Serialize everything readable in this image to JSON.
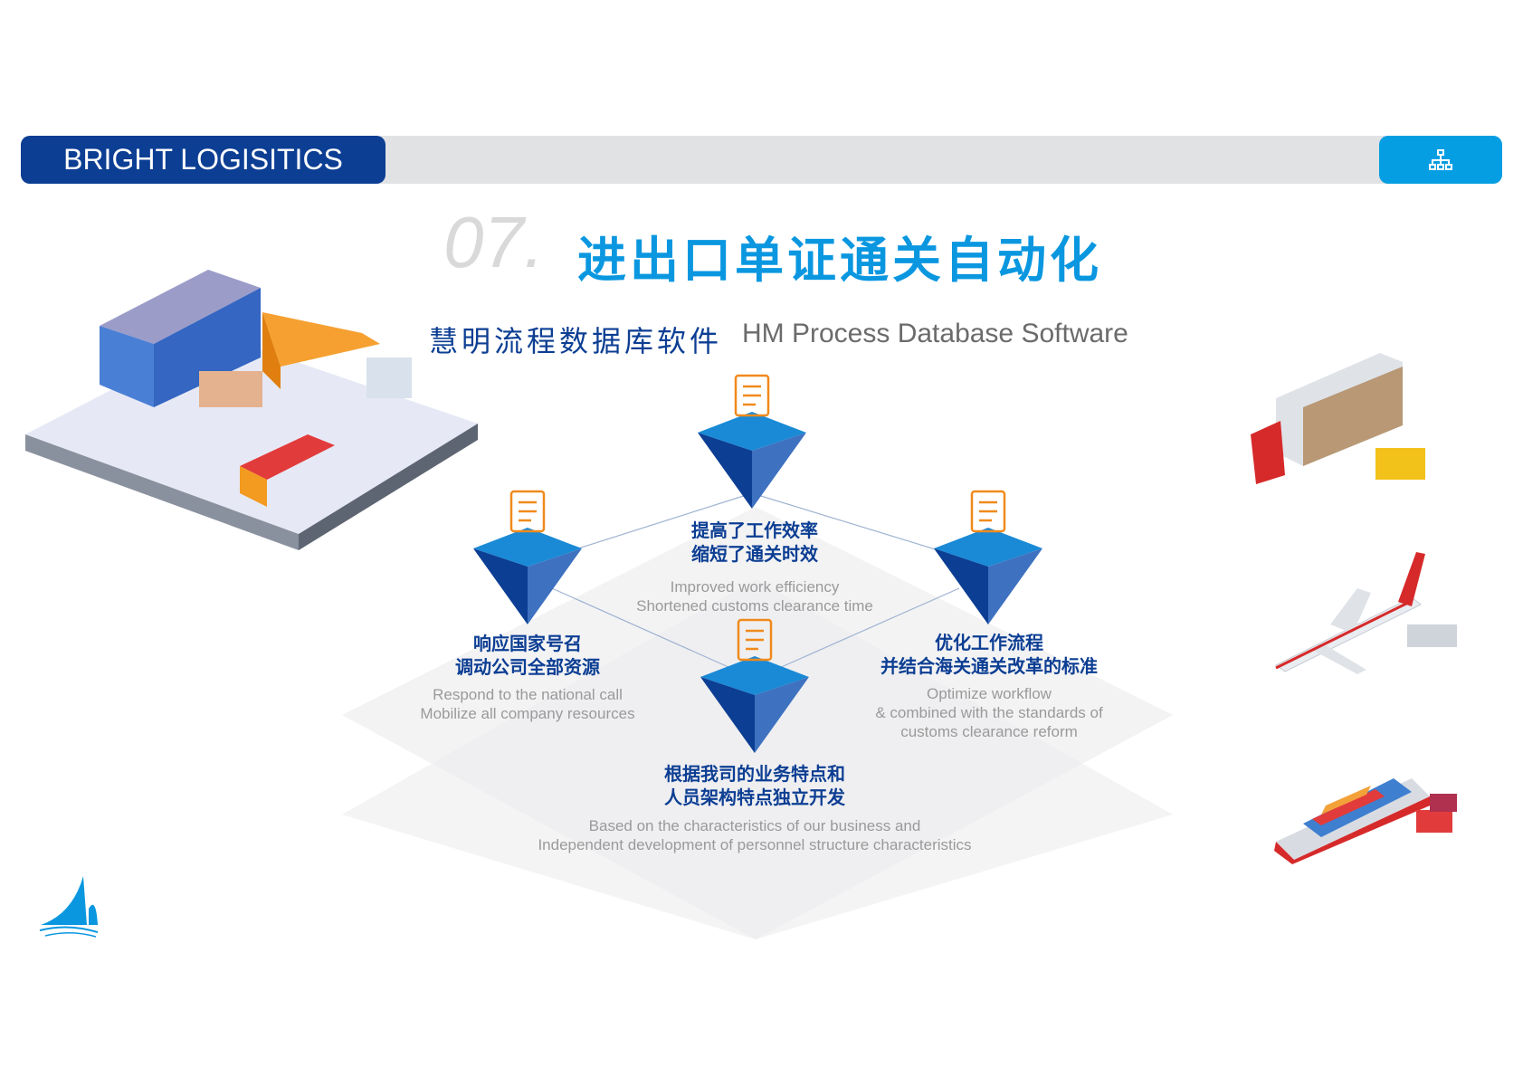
{
  "header": {
    "brand": "BRIGHT LOGISITICS",
    "nav_icon": "sitemap-icon"
  },
  "section": {
    "number": "07.",
    "title": "进出口单证通关自动化"
  },
  "subtitle": {
    "cn": "慧明流程数据库软件",
    "en": "HM Process Database Software"
  },
  "items": [
    {
      "icon": "person-icon",
      "cn": [
        "提高了工作效率",
        "缩短了通关时效"
      ],
      "en": [
        "Improved work efficiency",
        "Shortened customs clearance time"
      ]
    },
    {
      "icon": "search-chart-icon",
      "cn": [
        "响应国家号召",
        "调动公司全部资源"
      ],
      "en": [
        "Respond to the national call",
        "Mobilize all company resources"
      ]
    },
    {
      "icon": "report-icon",
      "cn": [
        "优化工作流程",
        "并结合海关通关改革的标准"
      ],
      "en": [
        "Optimize workflow",
        "& combined with the standards of",
        "customs clearance reform"
      ]
    },
    {
      "icon": "files-icon",
      "cn": [
        "根据我司的业务特点和",
        "人员架构特点独立开发"
      ],
      "en": [
        "Based on the characteristics of our business and",
        "Independent development of personnel structure characteristics"
      ]
    }
  ],
  "colors": {
    "navy": "#0c3e93",
    "accent": "#069ee2",
    "orange": "#f08a1c"
  }
}
